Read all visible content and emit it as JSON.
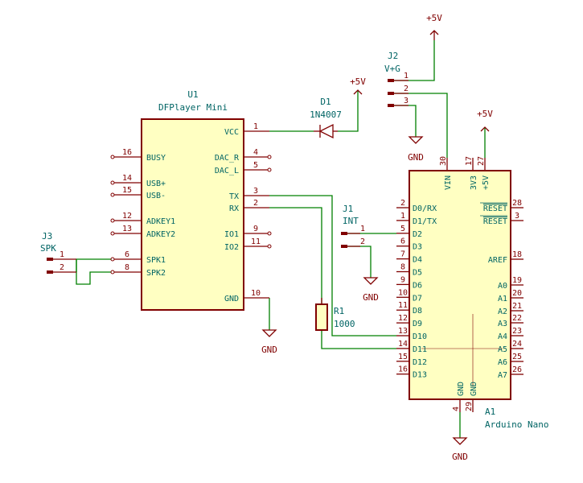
{
  "u1": {
    "ref": "U1",
    "value": "DFPlayer Mini",
    "pins_left": [
      {
        "num": "16",
        "name": "BUSY"
      },
      {
        "num": "14",
        "name": "USB+"
      },
      {
        "num": "15",
        "name": "USB-"
      },
      {
        "num": "12",
        "name": "ADKEY1"
      },
      {
        "num": "13",
        "name": "ADKEY2"
      },
      {
        "num": "6",
        "name": "SPK1"
      },
      {
        "num": "8",
        "name": "SPK2"
      }
    ],
    "pins_right": [
      {
        "num": "1",
        "name": "VCC"
      },
      {
        "num": "4",
        "name": "DAC_R"
      },
      {
        "num": "5",
        "name": "DAC_L"
      },
      {
        "num": "3",
        "name": "TX"
      },
      {
        "num": "2",
        "name": "RX"
      },
      {
        "num": "9",
        "name": "IO1"
      },
      {
        "num": "11",
        "name": "IO2"
      },
      {
        "num": "10",
        "name": "GND"
      }
    ]
  },
  "d1": {
    "ref": "D1",
    "value": "1N4007"
  },
  "r1": {
    "ref": "R1",
    "value": "1000"
  },
  "j1": {
    "ref": "J1",
    "value": "INT",
    "pins": [
      "1",
      "2"
    ]
  },
  "j2": {
    "ref": "J2",
    "value": "V+G",
    "pins": [
      "1",
      "2",
      "3"
    ]
  },
  "j3": {
    "ref": "J3",
    "value": "SPK",
    "pins": [
      "1",
      "2"
    ]
  },
  "a1": {
    "ref": "A1",
    "value": "Arduino Nano",
    "pins_left": [
      {
        "num": "2",
        "name": "D0/RX"
      },
      {
        "num": "1",
        "name": "D1/TX"
      },
      {
        "num": "5",
        "name": "D2"
      },
      {
        "num": "6",
        "name": "D3"
      },
      {
        "num": "7",
        "name": "D4"
      },
      {
        "num": "8",
        "name": "D5"
      },
      {
        "num": "9",
        "name": "D6"
      },
      {
        "num": "10",
        "name": "D7"
      },
      {
        "num": "11",
        "name": "D8"
      },
      {
        "num": "12",
        "name": "D9"
      },
      {
        "num": "13",
        "name": "D10"
      },
      {
        "num": "14",
        "name": "D11"
      },
      {
        "num": "15",
        "name": "D12"
      },
      {
        "num": "16",
        "name": "D13"
      }
    ],
    "pins_right": [
      {
        "num": "28",
        "name": "RESET"
      },
      {
        "num": "3",
        "name": "RESET"
      },
      {
        "num": "18",
        "name": "AREF"
      },
      {
        "num": "19",
        "name": "A0"
      },
      {
        "num": "20",
        "name": "A1"
      },
      {
        "num": "21",
        "name": "A2"
      },
      {
        "num": "22",
        "name": "A3"
      },
      {
        "num": "23",
        "name": "A4"
      },
      {
        "num": "24",
        "name": "A5"
      },
      {
        "num": "25",
        "name": "A6"
      },
      {
        "num": "26",
        "name": "A7"
      }
    ],
    "pins_top": [
      {
        "num": "30",
        "name": "VIN"
      },
      {
        "num": "17",
        "name": "3V3"
      },
      {
        "num": "27",
        "name": "+5V"
      }
    ],
    "pins_bottom": [
      {
        "num": "4",
        "name": "GND"
      },
      {
        "num": "29",
        "name": "GND"
      }
    ]
  },
  "power": {
    "plus5v": "+5V",
    "gnd": "GND"
  }
}
